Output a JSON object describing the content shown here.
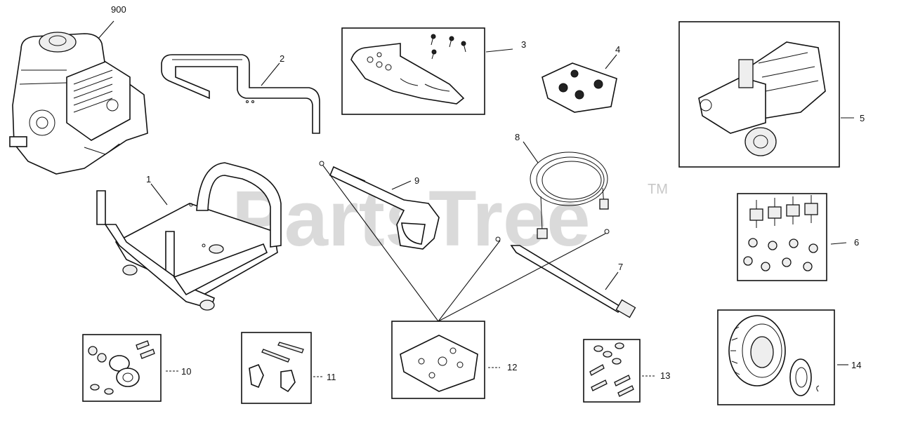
{
  "watermark": {
    "text": "PartsTree",
    "trademark": "TM"
  },
  "parts": [
    {
      "id": "p900",
      "label": "900"
    },
    {
      "id": "p1",
      "label": "1"
    },
    {
      "id": "p2",
      "label": "2"
    },
    {
      "id": "p3",
      "label": "3"
    },
    {
      "id": "p4",
      "label": "4"
    },
    {
      "id": "p5",
      "label": "5"
    },
    {
      "id": "p6",
      "label": "6"
    },
    {
      "id": "p7",
      "label": "7"
    },
    {
      "id": "p8",
      "label": "8"
    },
    {
      "id": "p9",
      "label": "9"
    },
    {
      "id": "p10",
      "label": "10"
    },
    {
      "id": "p11",
      "label": "11"
    },
    {
      "id": "p12",
      "label": "12"
    },
    {
      "id": "p13",
      "label": "13"
    },
    {
      "id": "p14",
      "label": "14"
    }
  ]
}
